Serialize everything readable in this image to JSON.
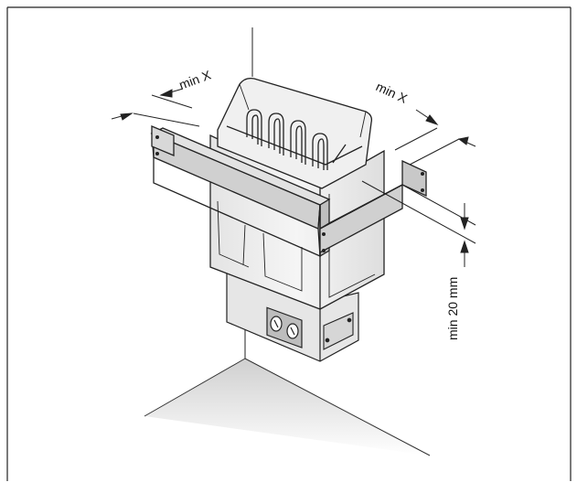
{
  "labels": {
    "left_clearance": "min X",
    "right_clearance": "min X",
    "bottom_clearance": "min 20 mm"
  },
  "colors": {
    "line": "#1a1a1a",
    "guard_rail": "#cfcfcf",
    "heater_body": "#ececec",
    "floor_shadow_start": "#d2d2d2",
    "floor_shadow_end": "#ffffff"
  }
}
